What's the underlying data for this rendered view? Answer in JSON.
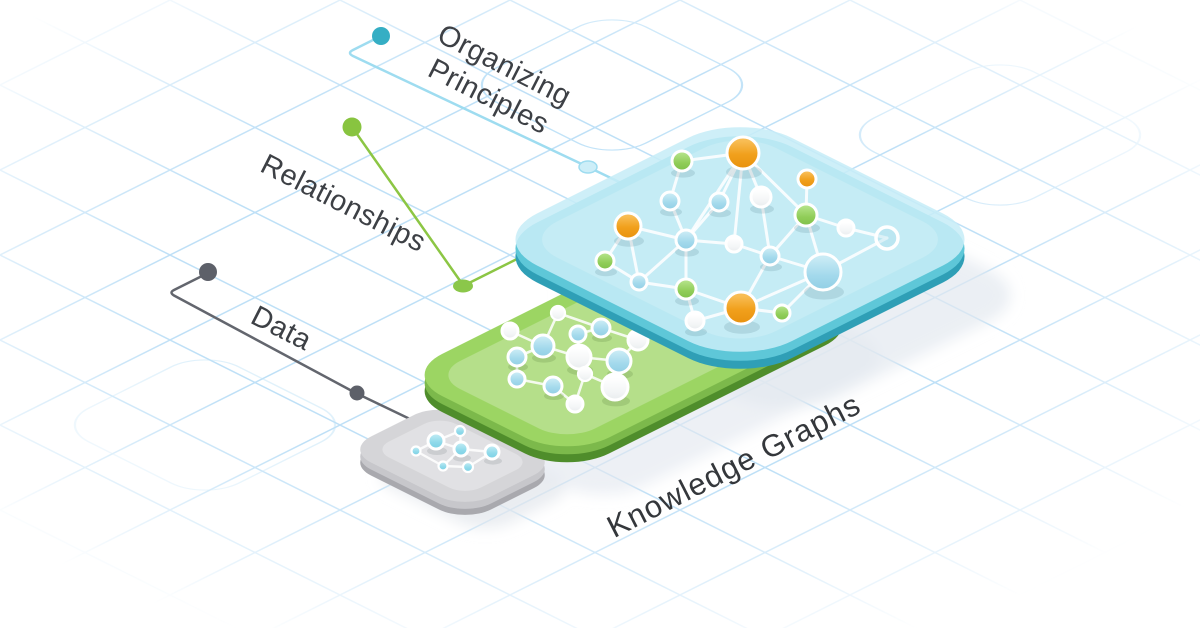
{
  "diagram": {
    "title": "Knowledge Graphs",
    "layers": [
      {
        "name": "Organizing Principles",
        "face_color": "#c7edf7",
        "rim_light": "#5ec7d8",
        "rim_dark": "#2f9fb6",
        "dot_color": "#35aec4",
        "leader_color": "#9edcf0",
        "node_colors": [
          "#f09d1b",
          "#8ecb57",
          "#a8dcee",
          "#ffffff"
        ]
      },
      {
        "name": "Relationships",
        "face_color": "#9cd563",
        "rim_light": "#7cb94b",
        "rim_dark": "#4f8d2b",
        "dot_color": "#88c440",
        "leader_color": "#8cc644",
        "node_colors": [
          "#a8dcee",
          "#ffffff"
        ]
      },
      {
        "name": "Data",
        "face_color": "#d5d5d8",
        "rim_light": "#c7c7cb",
        "rim_dark": "#a9a9ae",
        "dot_color": "#5d6069",
        "leader_color": "#63666e",
        "node_colors": [
          "#8fd6e8"
        ]
      }
    ]
  },
  "labels": {
    "organizing_line1": "Organizing",
    "organizing_line2": "Principles",
    "relationships": "Relationships",
    "data": "Data",
    "knowledge_graphs": "Knowledge Graphs"
  },
  "palette": {
    "background": "#ffffff",
    "grid_line": "#a7d5f4",
    "label_text": "#3d4045",
    "shadow": "#e3e8f0"
  }
}
